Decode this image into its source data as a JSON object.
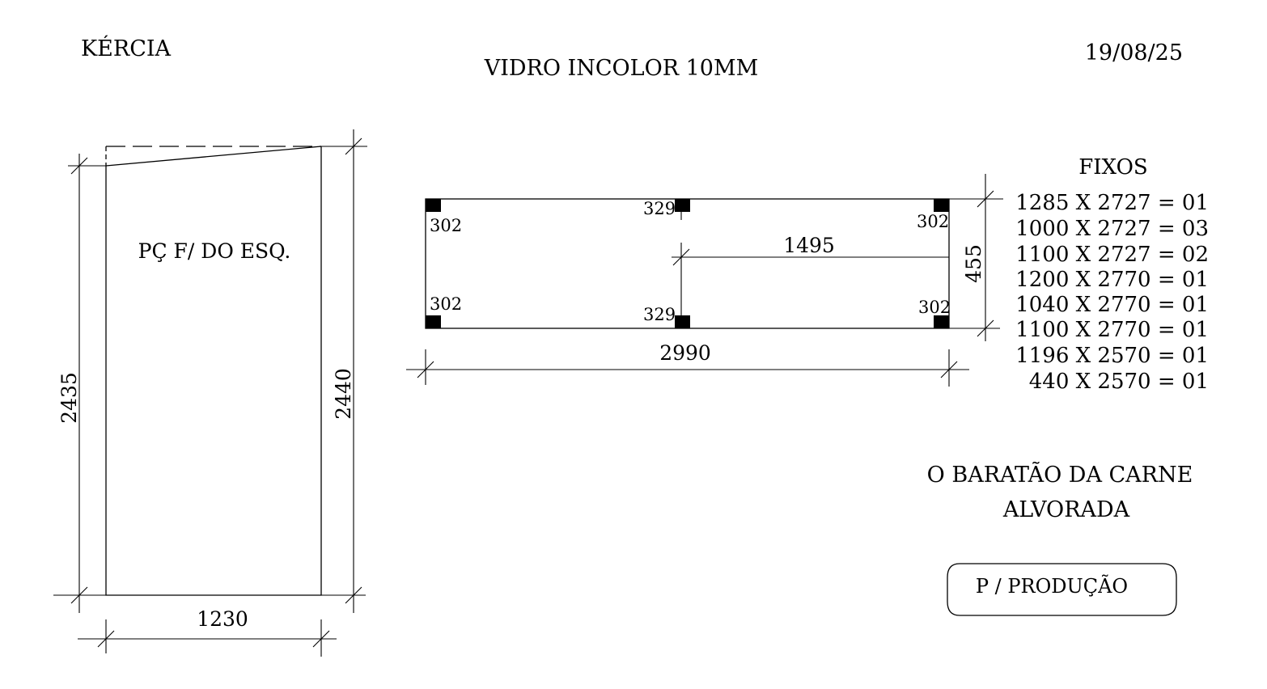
{
  "header": {
    "client": "KÉRCIA",
    "material": "VIDRO INCOLOR 10MM",
    "date": "19/08/25"
  },
  "door_piece": {
    "label": "PÇ F/ DO ESQ.",
    "width": "1230",
    "left_height": "2435",
    "right_height": "2440"
  },
  "plan": {
    "total_width": "2990",
    "depth": "455",
    "inner_span": "1495",
    "corner_labels": [
      "302",
      "302",
      "302",
      "302"
    ],
    "middle_labels": [
      "329",
      "329"
    ]
  },
  "fixed_pieces": {
    "title": "FIXOS",
    "items": [
      "1285 X 2727 = 01",
      "1000 X 2727 = 03",
      "1100 X 2727 = 02",
      "1200 X 2770 = 01",
      "1040 X 2770 = 01",
      "1100 X 2770 = 01",
      "1196 X 2570 = 01",
      "440 X 2570 = 01"
    ]
  },
  "project": {
    "line1": "O BARATÃO DA CARNE",
    "line2": "ALVORADA"
  },
  "stamp": {
    "label": "P / PRODUÇÃO"
  }
}
